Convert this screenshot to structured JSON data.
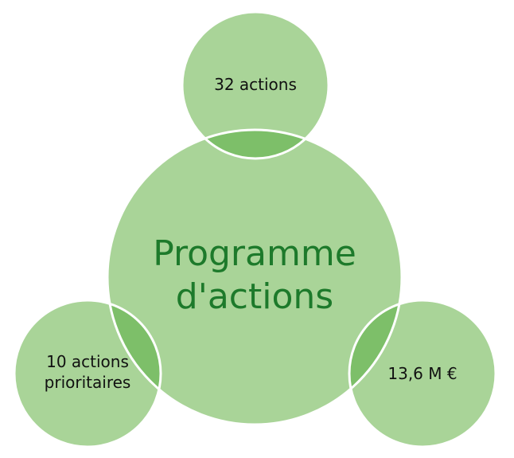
{
  "diagram": {
    "center": {
      "title_line1": "Programme",
      "title_line2": "d'actions"
    },
    "satellites": {
      "top": "32 actions",
      "left_line1": "10 actions",
      "left_line2": "prioritaires",
      "right": "13,6 M €"
    }
  },
  "colors": {
    "circle_fill": "#a9d498",
    "overlap_fill": "#7dbf69",
    "outline": "#ffffff",
    "title_text": "#1d7a2b",
    "label_text": "#111111"
  }
}
